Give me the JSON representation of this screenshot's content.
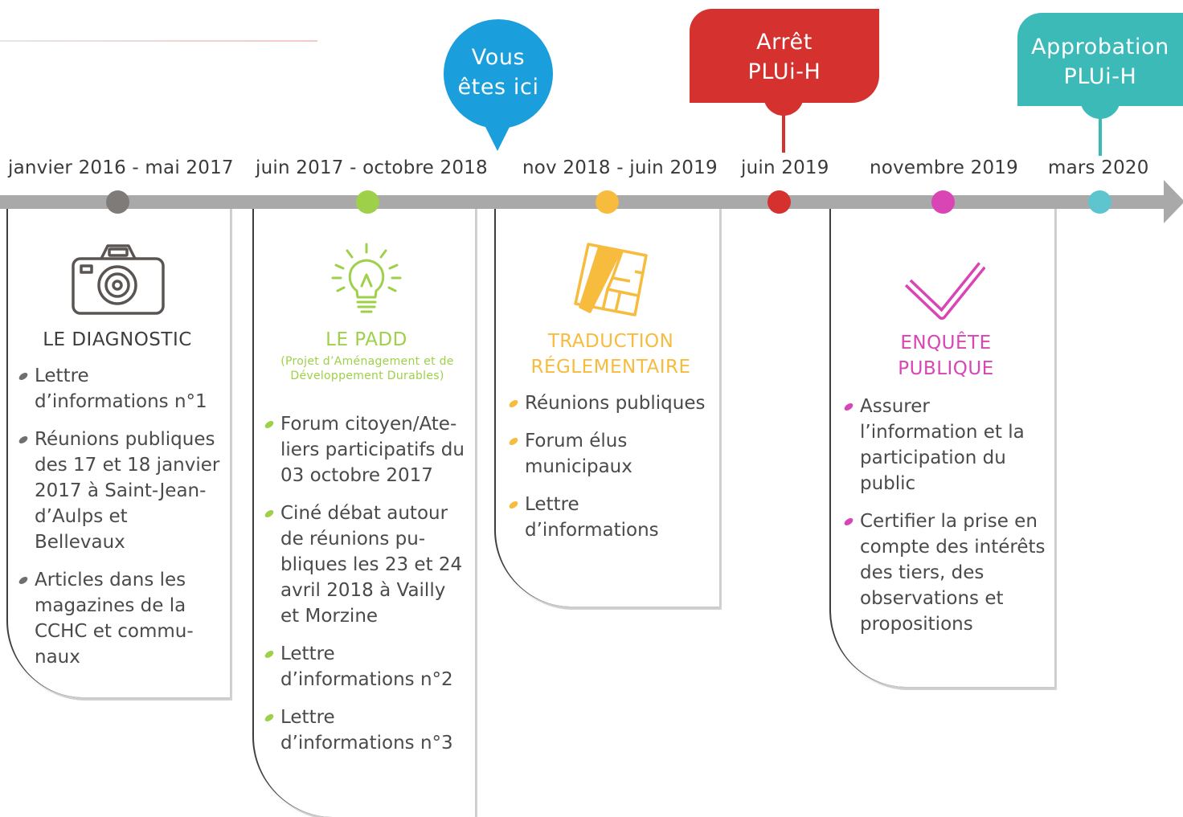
{
  "callouts": {
    "here": {
      "line1": "Vous",
      "line2": "êtes ici",
      "color": "#1a9fdc"
    },
    "arret": {
      "line1": "Arrêt",
      "line2": "PLUi-H",
      "color": "#d5312f"
    },
    "approbation": {
      "line1": "Approbation",
      "line2": "PLUi-H",
      "color": "#3cbab8"
    }
  },
  "timeline": {
    "axis_color": "#a9a9a9",
    "dates": [
      {
        "label": "janvier 2016 - mai 2017",
        "color": "#7e7b78"
      },
      {
        "label": "juin 2017 - octobre 2018",
        "color": "#9fd04a"
      },
      {
        "label": "nov 2018 - juin 2019",
        "color": "#f7bb3e"
      },
      {
        "label": "juin 2019",
        "color": "#d5312f"
      },
      {
        "label": "novembre 2019",
        "color": "#d945b4"
      },
      {
        "label": "mars 2020",
        "color": "#5ec5cf"
      }
    ]
  },
  "phases": [
    {
      "icon": "camera-icon",
      "title": "LE DIAGNOSTIC",
      "color": "#3d3d3d",
      "bullet_color": "#6f6f6f",
      "items": [
        "Lettre d’informations n°1",
        "Réunions publiques des 17 et 18 janvier 2017 à Saint-Jean-d’Aulps et Bellevaux",
        "Articles dans les magazines de la CCHC et commu-naux"
      ]
    },
    {
      "icon": "lightbulb-icon",
      "title": "LE PADD",
      "subtitle": "(Projet d’Aménagement et de Développement Durables)",
      "color": "#9fd04a",
      "bullet_color": "#9fd04a",
      "items": [
        "Forum citoyen/Ate-liers participatifs du 03 octobre 2017",
        "Ciné débat autour de réunions pu-bliques les 23 et 24 avril 2018 à Vailly et Morzine",
        "Lettre d’informations n°2",
        "Lettre d’informations n°3"
      ]
    },
    {
      "icon": "map-icon",
      "title_line1": "TRADUCTION",
      "title_line2": "RÉGLEMENTAIRE",
      "color": "#f7bb3e",
      "bullet_color": "#f7bb3e",
      "items": [
        "Réunions publiques",
        "Forum élus municipaux",
        "Lettre d’informations"
      ]
    },
    {
      "icon": "checkmark-icon",
      "title_line1": "ENQUÊTE",
      "title_line2": "PUBLIQUE",
      "color": "#d945b4",
      "bullet_color": "#d945b4",
      "items": [
        "Assurer l’information et la participation du public",
        "Certifier la prise en compte des intérêts des tiers, des observations et propositions"
      ]
    }
  ]
}
